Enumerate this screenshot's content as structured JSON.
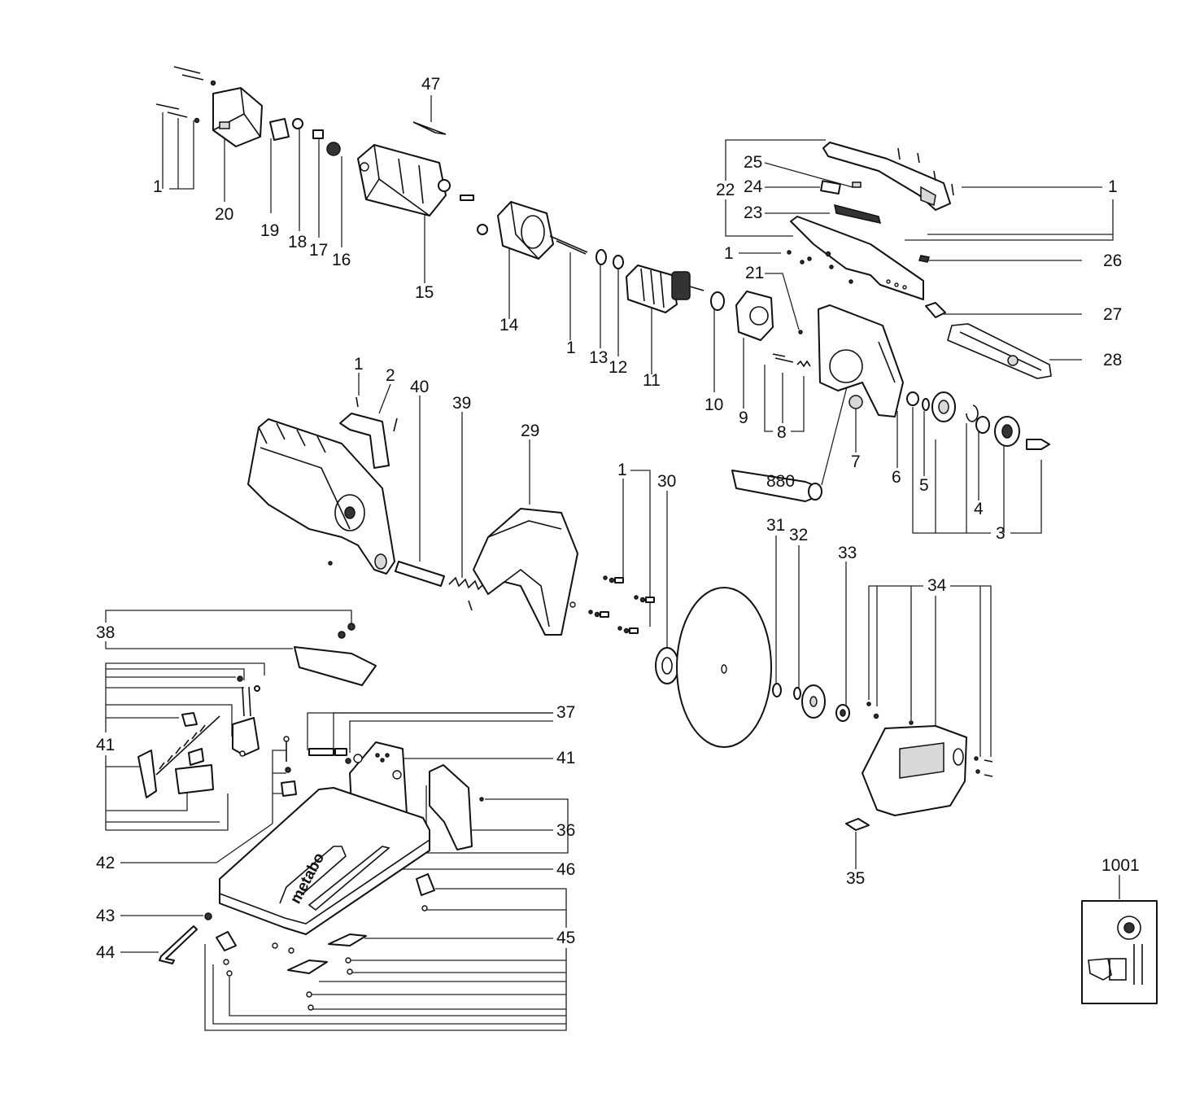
{
  "labels": {
    "l1_left": "1",
    "l20": "20",
    "l19": "19",
    "l18": "18",
    "l17": "17",
    "l16": "16",
    "l15": "15",
    "l14": "14",
    "l1_mid": "1",
    "l13": "13",
    "l12": "12",
    "l11": "11",
    "l10": "10",
    "l9": "9",
    "l47": "47",
    "l22": "22",
    "l25": "25",
    "l24": "24",
    "l23": "23",
    "l1_small": "1",
    "l21": "21",
    "l1_right": "1",
    "l26": "26",
    "l27": "27",
    "l28": "28",
    "l8": "8",
    "l7": "7",
    "l6": "6",
    "l5": "5",
    "l4": "4",
    "l3": "3",
    "l880": "880",
    "l1_a": "1",
    "l2": "2",
    "l40": "40",
    "l39": "39",
    "l29": "29",
    "l1_b": "1",
    "l30": "30",
    "l31": "31",
    "l32": "32",
    "l33": "33",
    "l34": "34",
    "l35": "35",
    "l38": "38",
    "l41_left": "41",
    "l37": "37",
    "l41_right": "41",
    "l36": "36",
    "l42": "42",
    "l46": "46",
    "l43": "43",
    "l44": "44",
    "l45": "45",
    "l1001": "1001"
  },
  "base_logo_text": "metabo",
  "icons": [
    "motor-cap-icon",
    "armature-icon",
    "cutting-disc-icon",
    "blade-guard-icon",
    "base-plate-icon",
    "vise-icon",
    "hex-key-icon",
    "inset-detail-icon"
  ]
}
